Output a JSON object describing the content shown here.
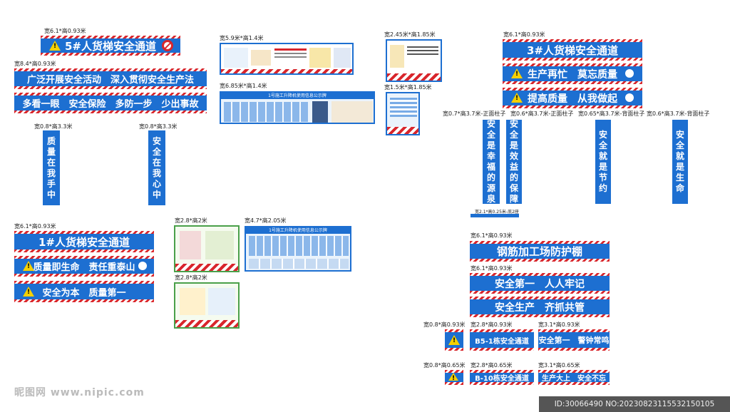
{
  "captions": {
    "c1": "宽6.1*高0.93米",
    "c2": "宽8.4*高0.93米",
    "c3": "宽0.8*高3.3米",
    "c4": "宽0.8*高3.3米",
    "c5": "宽6.1*高0.93米",
    "c6": "宽5.9米*高1.4米",
    "c7": "宽6.85米*高1.4米",
    "c8": "宽2.45米*高1.85米",
    "c9": "宽1.5米*高1.85米",
    "c10": "宽6.1*高0.93米",
    "c11": "宽0.7*高3.7米-正面柱子",
    "c12": "宽0.6*高3.7米-正面柱子",
    "c13": "宽0.65*高3.7米-背面柱子",
    "c14": "宽0.6*高3.7米-背面柱子",
    "c15": "宽2.8*高2米",
    "c16": "宽4.7*高2.05米",
    "c17": "宽2.8*高2米",
    "c18": "宽6.1*高0.93米",
    "c19": "宽6.1*高0.93米",
    "c20": "宽0.8*高0.93米",
    "c21": "宽2.8*高0.93米",
    "c22": "宽3.1*高0.93米",
    "c23": "宽0.8*高0.65米",
    "c24": "宽2.8*高0.65米",
    "c25": "宽3.1*高0.65米",
    "c26": "宽2.1*高0.25米-底2座"
  },
  "banners": {
    "b1": "5#人货梯安全通道",
    "b2": "广泛开展安全活动　深入贯彻安全生产法",
    "b3": "多看一眼　安全保险　多防一步　少出事故",
    "b4": "1#人货梯安全通道",
    "b5": "质量即生命　责任重泰山",
    "b6": "安全为本　质量第一",
    "b7": "3#人货梯安全通道",
    "b8": "生产再忙　莫忘质量",
    "b9": "提高质量　从我做起",
    "b10": "钢筋加工场防护棚",
    "b11": "安全第一　人人牢记",
    "b12": "安全生产　齐抓共管",
    "b13": "B5-1栋安全通道",
    "b14": "安全第一　警钟常鸣",
    "b15": "B-10栋安全通道",
    "b16": "生产大上　安全不忘"
  },
  "posts": {
    "p1": [
      "质",
      "量",
      "在",
      "我",
      "手",
      "中"
    ],
    "p2": [
      "安",
      "全",
      "在",
      "我",
      "心",
      "中"
    ],
    "p3": [
      "安",
      "全",
      "是",
      "幸",
      "福",
      "的",
      "源",
      "泉"
    ],
    "p4": [
      "安",
      "全",
      "是",
      "效",
      "益",
      "的",
      "保",
      "障"
    ],
    "p5": [
      "安",
      "全",
      "就",
      "是",
      "节",
      "约"
    ],
    "p6": [
      "安",
      "全",
      "就",
      "是",
      "生",
      "命"
    ]
  },
  "boards": {
    "board_a_title": "1号施工升降机使用信息公示牌",
    "board_b_title": "1号施工升降机使用信息公示牌"
  },
  "watermark": "昵图网 www.nipic.com",
  "id_text": "ID:30066490 NO:20230823115532150105",
  "colors": {
    "blue": "#1d6fd1",
    "red": "#d8262c",
    "yellow": "#f5d000"
  }
}
